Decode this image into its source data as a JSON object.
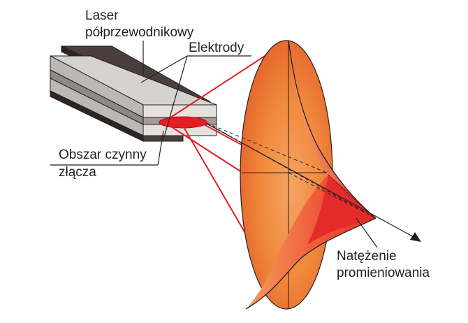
{
  "labels": {
    "laser_line1": "Laser",
    "laser_line2": "półprzewodnikowy",
    "electrodes": "Elektrody",
    "active_line1": "Obszar czynny",
    "active_line2": "złącza",
    "intensity_line1": "Natężenie",
    "intensity_line2": "promieniowania"
  },
  "colors": {
    "beam_red": "#e31e24",
    "electrode_dark": "#4a3e3a",
    "chip_light": "#d6d2cf",
    "chip_mid": "#a19c98",
    "emitter_red": "#e31e24",
    "cone_orange": "#f08a3c",
    "intensity_red": "#e8322d",
    "outline": "#231f20"
  }
}
